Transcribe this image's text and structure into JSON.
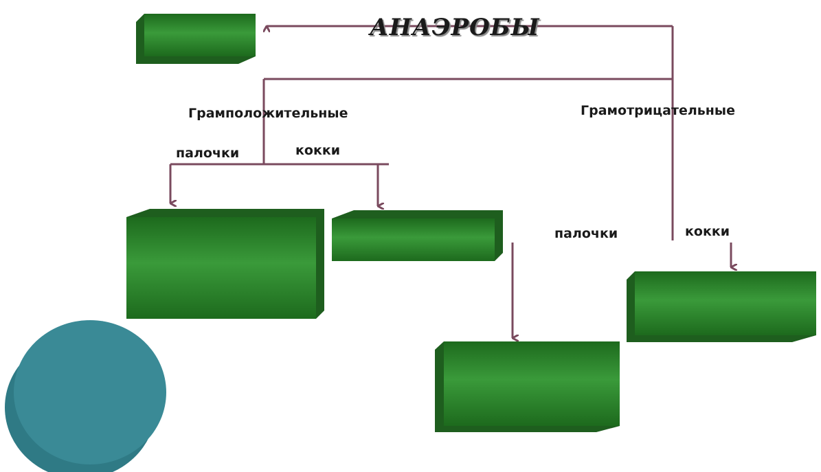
{
  "title": "АНАЭРОБЫ",
  "labels": {
    "gram_positive": "Грамположительные",
    "gram_negative": "Грамотрицательные",
    "gp_rods": "палочки",
    "gp_cocci": "кокки",
    "gn_rods": "палочки",
    "gn_cocci": "кокки"
  },
  "colors": {
    "box_face": "#2e8b2e",
    "box_dark": "#1e5e1e",
    "arrow": "#7a4a5e",
    "circle": "#3a8a96"
  }
}
